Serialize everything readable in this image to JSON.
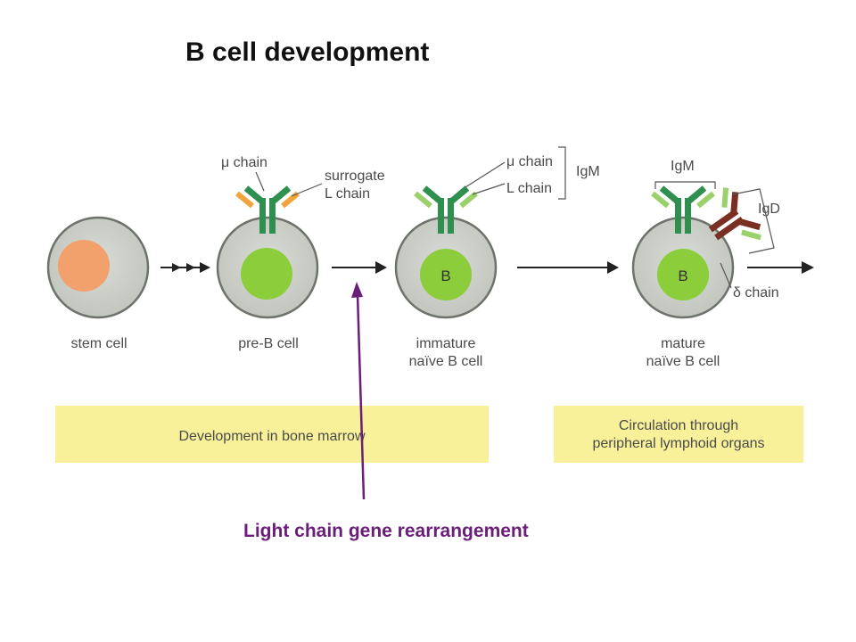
{
  "title": "B cell development",
  "stages": [
    {
      "label_lines": [
        "stem cell"
      ]
    },
    {
      "label_lines": [
        "pre-B cell"
      ]
    },
    {
      "label_lines": [
        "immature",
        "naïve B cell"
      ]
    },
    {
      "label_lines": [
        "mature",
        "naïve B cell"
      ]
    }
  ],
  "nucleus_letter": "B",
  "annotations": {
    "pre_b_mu": "μ chain",
    "surrogate_line1": "surrogate",
    "surrogate_line2": "L chain",
    "immature_mu": "μ chain",
    "immature_l": "L chain",
    "immature_igm": "IgM",
    "mature_igm": "IgM",
    "mature_igd": "IgD",
    "mature_delta": "δ chain"
  },
  "phases": {
    "bone_marrow": "Development in bone marrow",
    "periphery_line1": "Circulation through",
    "periphery_line2": "peripheral lymphoid organs"
  },
  "callout": "Light chain gene rearrangement",
  "colors": {
    "cell_fill": "#cfd3cd",
    "cell_stroke": "#6d726b",
    "stem_nucleus": "#f2a06c",
    "b_nucleus": "#8ccd3c",
    "heavy_chain": "#2f8f4e",
    "light_chain": "#9bd16a",
    "surrogate_chain": "#f0a43a",
    "igd_heavy": "#7a2f22",
    "phase_box": "#f9f09a",
    "callout": "#6a1e78"
  }
}
